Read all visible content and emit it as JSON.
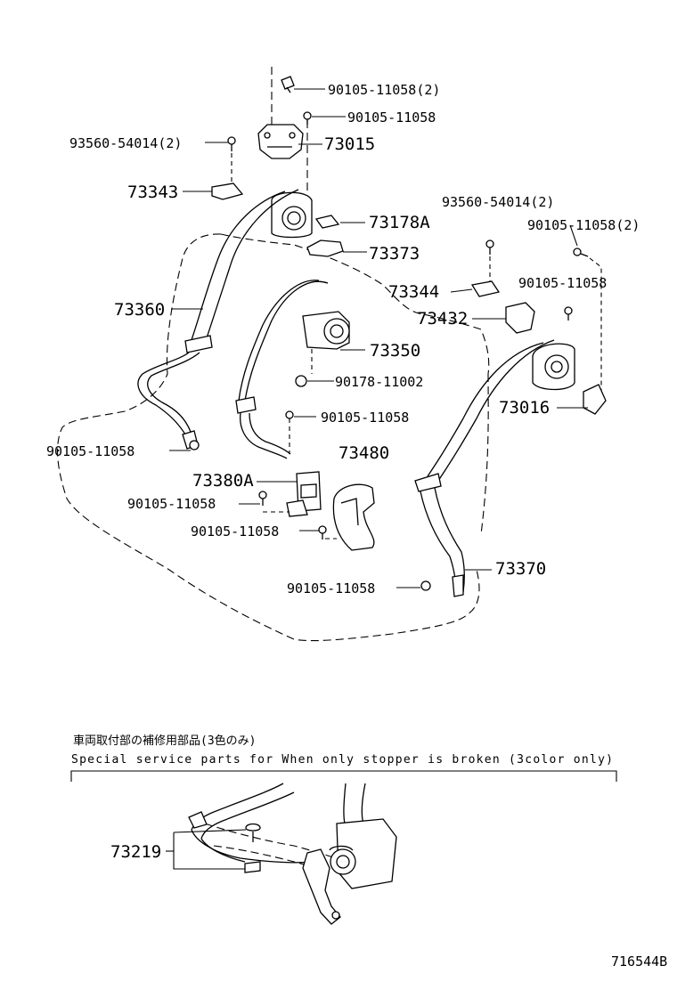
{
  "labels": {
    "p_90105_11058_2_top": "90105-11058(2)",
    "p_90105_11058_top": "90105-11058",
    "p_93560_54014_2_left": "93560-54014(2)",
    "p_73015": "73015",
    "p_73343": "73343",
    "p_73178A": "73178A",
    "p_73373": "73373",
    "p_93560_54014_2_right": "93560-54014(2)",
    "p_90105_11058_2_right": "90105-11058(2)",
    "p_90105_11058_right": "90105-11058",
    "p_73344": "73344",
    "p_73432": "73432",
    "p_73360": "73360",
    "p_73350": "73350",
    "p_90178_11002": "90178-11002",
    "p_73016": "73016",
    "p_90105_11058_mid": "90105-11058",
    "p_90105_11058_left": "90105-11058",
    "p_73480": "73480",
    "p_73380A": "73380A",
    "p_90105_11058_lower1": "90105-11058",
    "p_90105_11058_lower2": "90105-11058",
    "p_73370": "73370",
    "p_90105_11058_bottom": "90105-11058",
    "p_73219": "73219"
  },
  "note": {
    "japanese": "車両取付部の補修用部品(3色のみ)",
    "english": "Special service parts for When only stopper is broken (3color only)"
  },
  "figure_id": "716544B"
}
